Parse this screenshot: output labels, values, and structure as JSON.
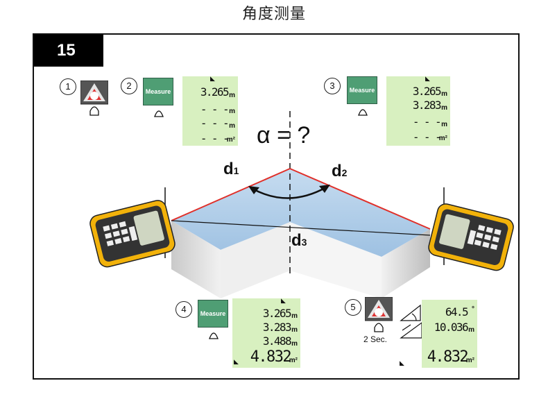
{
  "title": "角度测量",
  "figure_number": "15",
  "steps": {
    "s1": "1",
    "s2": "2",
    "s3": "3",
    "s4": "4",
    "s5": "5"
  },
  "measure_label": "Measure",
  "alpha_label": "α = ?",
  "labels": {
    "d1_main": "d",
    "d1_sub": "1",
    "d2_main": "d",
    "d2_sub": "2",
    "d3_main": "d",
    "d3_sub": "3"
  },
  "hold_label": "2 Sec.",
  "units": {
    "m": "m",
    "m2": "m²",
    "deg": "°"
  },
  "display2": {
    "line1": "3.265",
    "line2": "- - -",
    "line3": "- - -",
    "line4": "- - -"
  },
  "display3": {
    "line1": "3.265",
    "line2": "3.283",
    "line3": "- - -",
    "line4": "- - -"
  },
  "display4": {
    "line1": "3.265",
    "line2": "3.283",
    "line3": "3.488",
    "line4": "4.832"
  },
  "display5": {
    "angle": "64.5",
    "line2": "10.036",
    "line4": "4.832"
  },
  "colors": {
    "measure_green": "#4f9e74",
    "lcd_green": "#d8f0c0",
    "laser_red": "#e0302a",
    "floor_blue": "#a9cbe8",
    "device_yellow": "#f2b20a"
  }
}
